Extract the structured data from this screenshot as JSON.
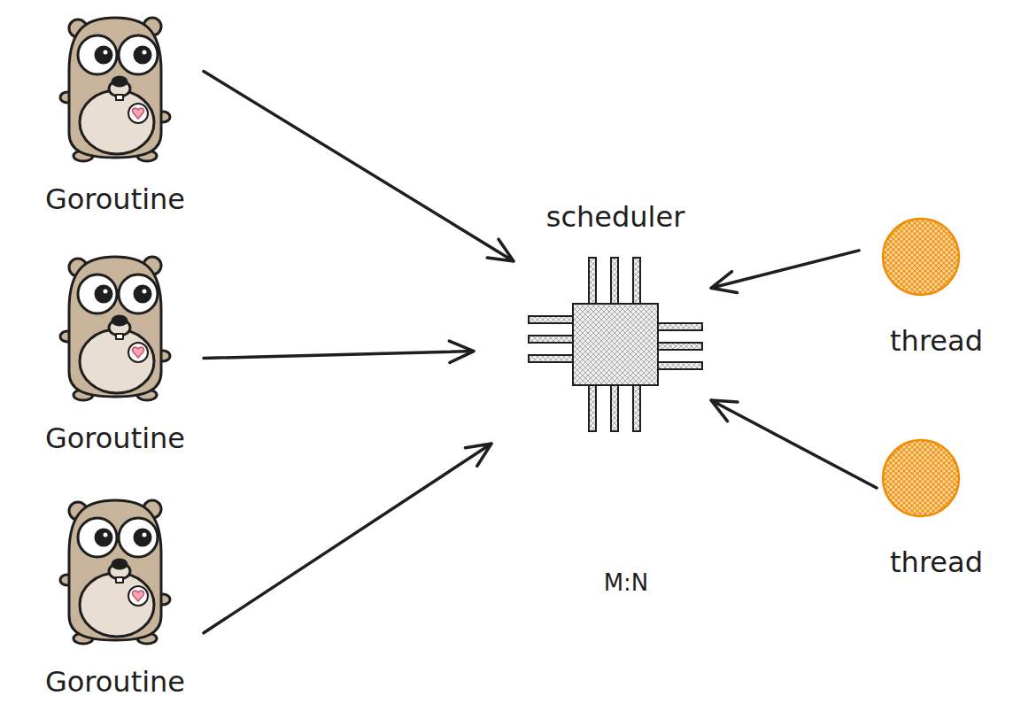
{
  "diagram": {
    "nodes": [
      {
        "text": [
          "Goroutine"
        ]
      },
      {
        "text": [
          "Goroutine"
        ]
      },
      {
        "text": [
          "Goroutine"
        ]
      },
      {
        "text": [
          "scheduler"
        ]
      },
      {
        "text": [
          "thread"
        ]
      },
      {
        "text": [
          "thread"
        ]
      }
    ],
    "edges": [
      {
        "from": 0,
        "to": 3,
        "arrow": "to"
      },
      {
        "from": 1,
        "to": 3,
        "arrow": "to"
      },
      {
        "from": 2,
        "to": 3,
        "arrow": "to"
      },
      {
        "from": 4,
        "to": 3,
        "arrow": "to"
      },
      {
        "from": 5,
        "to": 3,
        "arrow": "to"
      }
    ],
    "labels": [
      "M:N"
    ]
  }
}
